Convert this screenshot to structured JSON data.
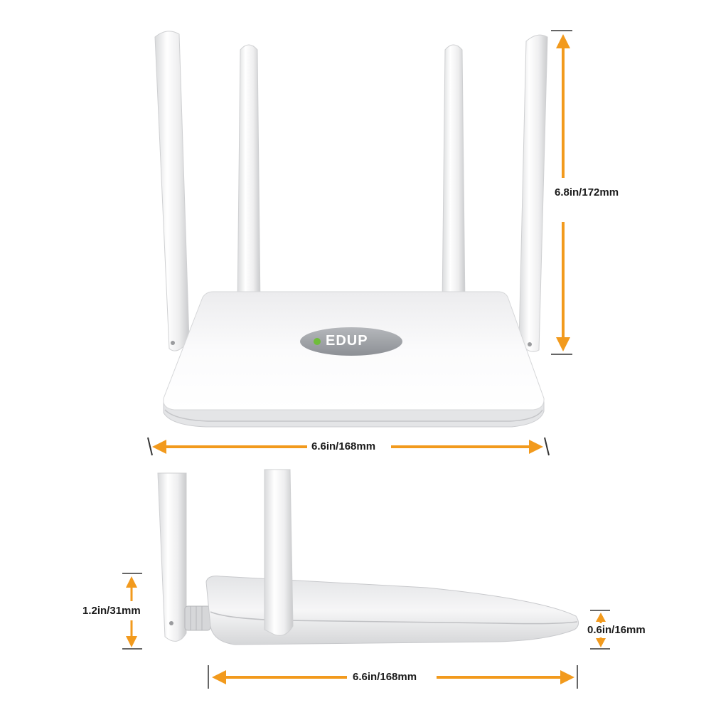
{
  "product": {
    "brand": "EDUP",
    "accent_color": "#f29a1d"
  },
  "dimensions": {
    "antenna_height": "6.8in/172mm",
    "top_width": "6.6in/168mm",
    "side_height": "1.2in/31mm",
    "side_thickness": "0.6in/16mm",
    "side_length": "6.6in/168mm"
  }
}
